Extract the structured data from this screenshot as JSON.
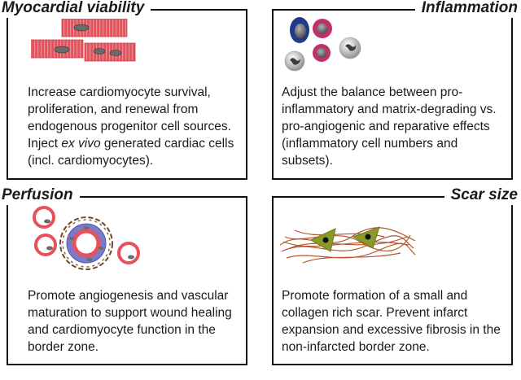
{
  "panels": {
    "viability": {
      "title": "Myocardial viability",
      "text_before": "Increase cardiomyocyte survival, proliferation, and renewal from endogenous progenitor cell sources. Inject ",
      "text_em": "ex vivo",
      "text_after": " generated cardiac cells (incl. cardiomyocytes)."
    },
    "inflammation": {
      "title": "Inflammation",
      "text": "Adjust the balance between pro-inflammatory and matrix-degrading vs. pro-angiogenic and reparative effects (inflammatory cell numbers and subsets)."
    },
    "perfusion": {
      "title": "Perfusion",
      "text": "Promote angiogenesis and vascular maturation to support wound healing and cardiomyocyte function in the border zone."
    },
    "scar": {
      "title": "Scar size",
      "text": "Promote formation of a small and collagen rich scar. Prevent infarct expansion and excessive fibrosis in the non-infarcted border zone."
    }
  },
  "colors": {
    "cardiomyocyte": "#e8505a",
    "nucleus": "#6b6b6b",
    "blood_cell_ring": "#e8505a",
    "vessel_ring": "#7a7acb",
    "pericyte": "#6b4a2a",
    "collagen": "#b5552a",
    "fibroblast": "#8a9a2a",
    "magenta_cell": "#c0306a",
    "navy_cell": "#1f3a8a"
  }
}
